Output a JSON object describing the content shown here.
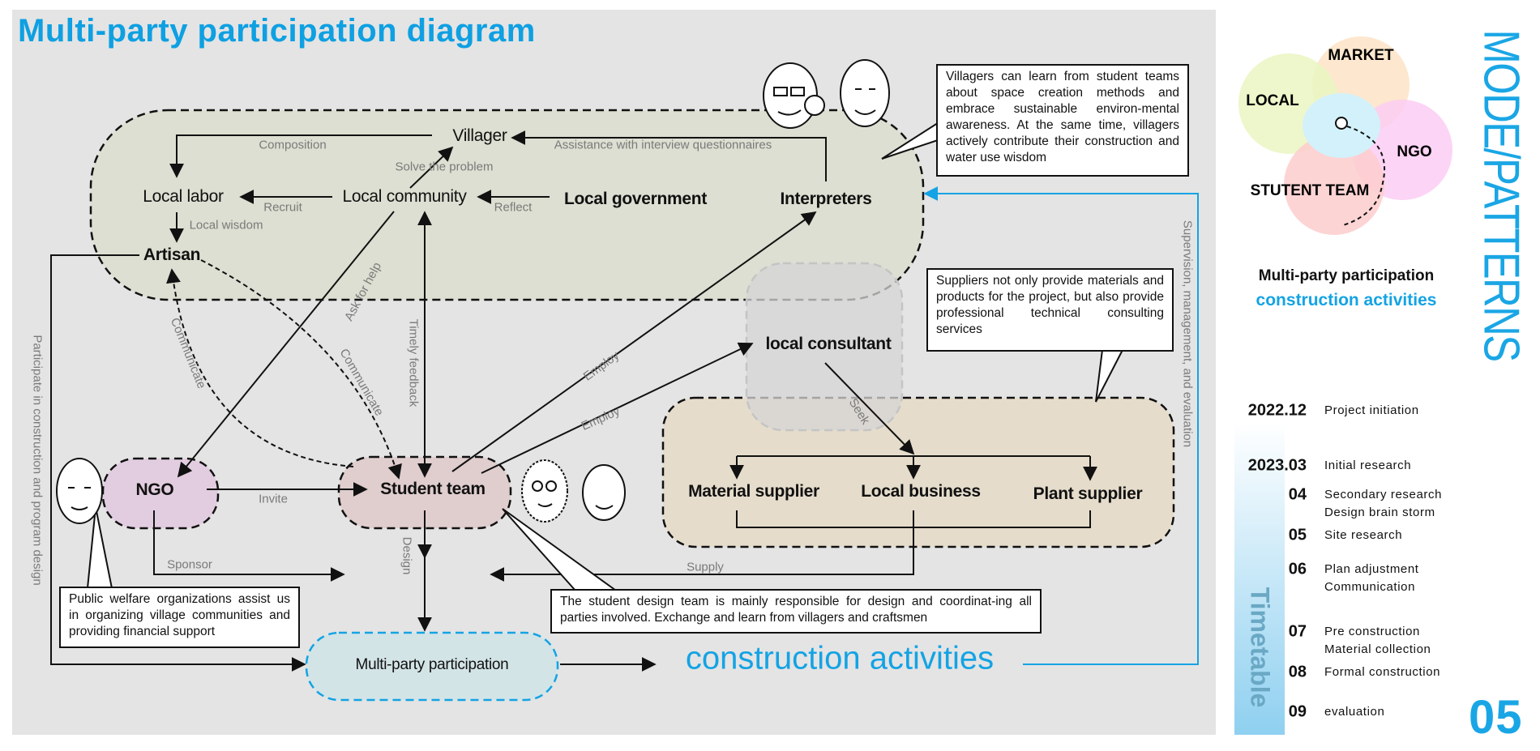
{
  "title": "Multi-party participation diagram",
  "nodes": {
    "villager": "Villager",
    "local_labor": "Local labor",
    "local_community": "Local community",
    "local_government": "Local government",
    "interpreters": "Interpreters",
    "artisan": "Artisan",
    "local_consultant": "local consultant",
    "material_supplier": "Material supplier",
    "local_business": "Local business",
    "plant_supplier": "Plant supplier",
    "ngo": "NGO",
    "student_team": "Student team",
    "multi_party": "Multi-party participation",
    "construction": "construction activities"
  },
  "edge_labels": {
    "composition": "Composition",
    "solve": "Solve the problem",
    "assistance": "Assistance with interview questionnaires",
    "recruit": "Recruit",
    "reflect": "Reflect",
    "local_wisdom": "Local wisdom",
    "ask_help": "Ask for help",
    "timely_feedback": "Timely feedback",
    "communicate_1": "Communicate",
    "communicate_2": "Communicate",
    "employ_1": "Employ",
    "employ_2": "Employ",
    "seek": "Seek",
    "invite": "Invite",
    "sponsor": "Sponsor",
    "supply": "Supply",
    "design": "Design",
    "participate": "Participate in construction and program design",
    "supervision": "Supervision, management, and evaluation"
  },
  "callouts": {
    "villagers": "Villagers can learn from student teams about space creation methods and embrace sustainable environ-mental awareness. At the same time, villagers actively contribute their construction and water use wisdom",
    "suppliers": "Suppliers not only provide materials and products for the project, but also provide professional technical consulting services",
    "student": "The student design team is mainly responsible for design and coordinat-ing all parties involved. Exchange and learn from villagers and craftsmen",
    "ngo": "Public welfare organizations assist us in organizing village communities and providing financial support"
  },
  "side": {
    "vertical_title": "MODE/PATTERNS",
    "venn": [
      "MARKET",
      "LOCAL",
      "NGO",
      "STUTENT TEAM"
    ],
    "caption_1": "Multi-party participation",
    "caption_2": "construction activities",
    "page_number": "05",
    "timetable_label": "Timetable",
    "timeline": [
      {
        "date": "2022.12",
        "desc": "Project initiation"
      },
      {
        "date": "2023.03",
        "desc": "Initial research"
      },
      {
        "date": "04",
        "desc": "Secondary research\nDesign brain storm"
      },
      {
        "date": "05",
        "desc": "Site research"
      },
      {
        "date": "06",
        "desc": "Plan adjustment\nCommunication"
      },
      {
        "date": "07",
        "desc": "Pre construction\nMaterial collection"
      },
      {
        "date": "08",
        "desc": "Formal construction"
      },
      {
        "date": "09",
        "desc": "evaluation"
      }
    ]
  },
  "colors": {
    "accent_blue": "#14a3e4",
    "local_box": "#dcdfd1",
    "supplier_box": "#e5dccb",
    "ngo_box": "#e2cde0",
    "student_box": "#e0cdce",
    "multi_box": "#d3e4e7"
  }
}
